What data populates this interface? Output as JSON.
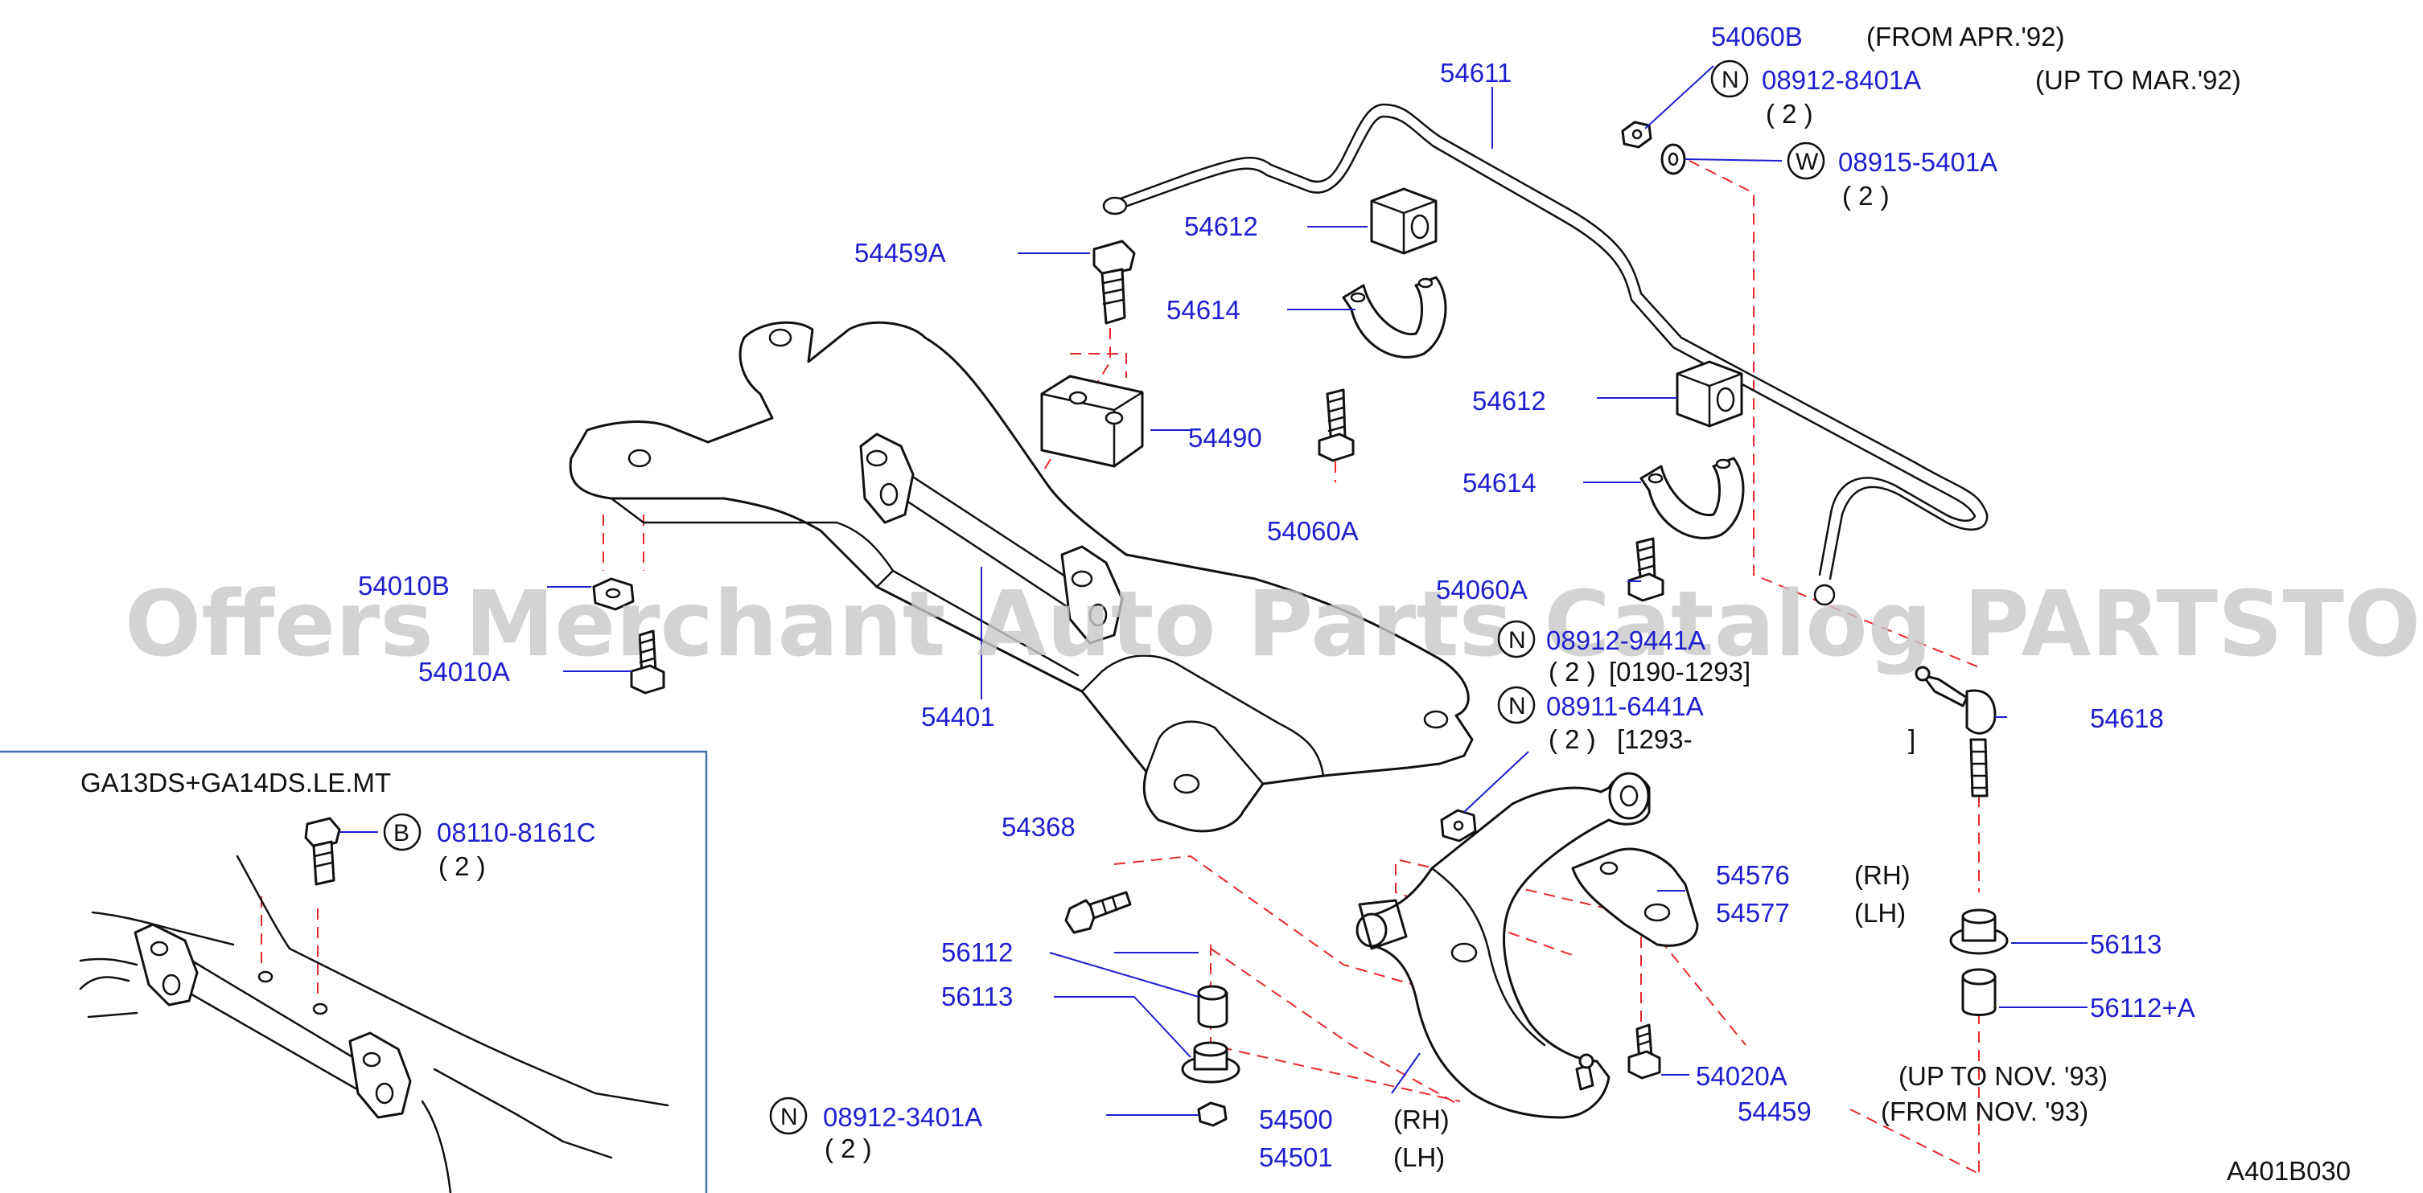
{
  "watermark": "Offers Merchant Auto Parts Catalog PARTSTORE.SA",
  "diagram_code": "A401B030",
  "inset": {
    "title": "GA13DS+GA14DS.LE.MT"
  },
  "callouts": {
    "p54060B": {
      "part": "54060B",
      "note": "(FROM  APR.'92)"
    },
    "p08912_8401A": {
      "sym": "N",
      "part": "08912-8401A",
      "note": "(UP  TO  MAR.'92)",
      "qty": "( 2  )"
    },
    "p08915_5401A": {
      "sym": "W",
      "part": "08915-5401A",
      "qty": "( 2  )"
    },
    "p54611": {
      "part": "54611"
    },
    "p54612a": {
      "part": "54612"
    },
    "p54614a": {
      "part": "54614"
    },
    "p54459A": {
      "part": "54459A"
    },
    "p54490": {
      "part": "54490"
    },
    "p54060Aa": {
      "part": "54060A"
    },
    "p54612b": {
      "part": "54612"
    },
    "p54614b": {
      "part": "54614"
    },
    "p54060Ab": {
      "part": "54060A"
    },
    "p54010B": {
      "part": "54010B"
    },
    "p54010A": {
      "part": "54010A"
    },
    "p54401": {
      "part": "54401"
    },
    "p08912_9441A": {
      "sym": "N",
      "part": "08912-9441A",
      "qty": "( 2  )",
      "range": "[0190-1293]"
    },
    "p08911_6441A": {
      "sym": "N",
      "part": "08911-6441A",
      "qty": "( 2  )",
      "range": "[1293-",
      "range_end": "]"
    },
    "p54618": {
      "part": "54618"
    },
    "p08110_8161C": {
      "sym": "B",
      "part": "08110-8161C",
      "qty": "( 2  )"
    },
    "p54368": {
      "part": "54368"
    },
    "p54576": {
      "part": "54576",
      "note": "(RH)"
    },
    "p54577": {
      "part": "54577",
      "note": "(LH)"
    },
    "p56112a": {
      "part": "56112"
    },
    "p56113a": {
      "part": "56113"
    },
    "p56113b": {
      "part": "56113"
    },
    "p56112A": {
      "part": "56112+A"
    },
    "p54020A": {
      "part": "54020A",
      "note": "(UP  TO  NOV.  '93)"
    },
    "p54459": {
      "part": "54459",
      "note": "(FROM  NOV.  '93)"
    },
    "p08912_3401A": {
      "sym": "N",
      "part": "08912-3401A",
      "qty": "( 2  )"
    },
    "p54500": {
      "part": "54500",
      "note": "(RH)"
    },
    "p54501": {
      "part": "54501",
      "note": "(LH)"
    }
  }
}
